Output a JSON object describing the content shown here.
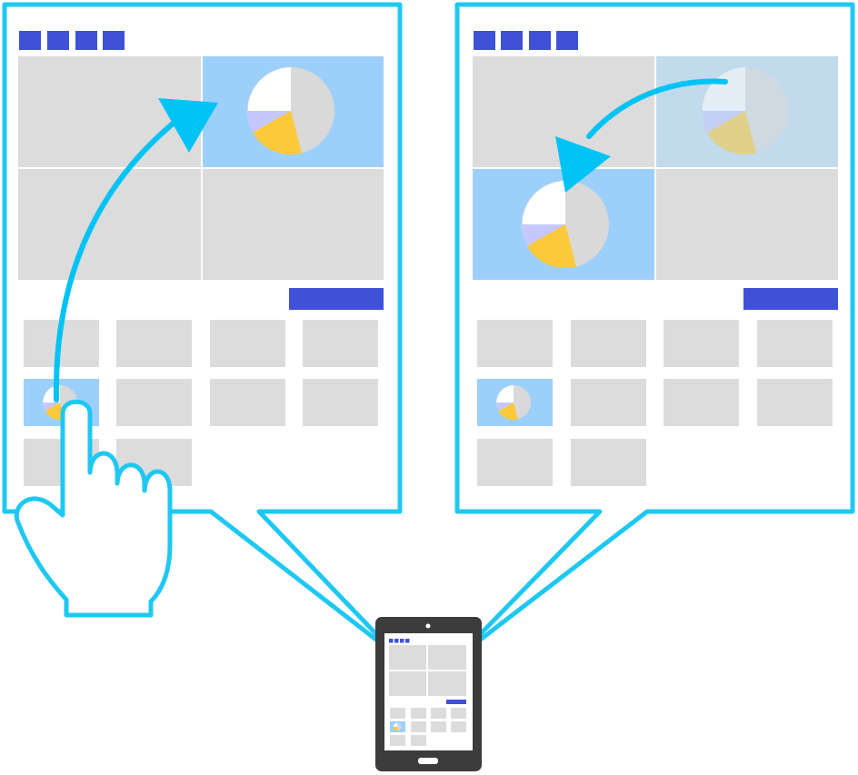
{
  "colors": {
    "outline": "#1ec8f2",
    "arrow": "#00c3f5",
    "accent": "#3f51d6",
    "tile": "#dcdcdc",
    "highlight": "#9cd0fb",
    "highlight_faded": "#c1daec",
    "pie_main": "#d9d9d9",
    "pie_white": "#ffffff",
    "pie_lavender": "#c5c8ff",
    "pie_yellow": "#fcc93a",
    "tablet_body": "#3c3c3c",
    "hand_fill": "#ffffff"
  },
  "left_panel": {
    "toolbar_icons": [
      "square-icon",
      "square-icon",
      "square-icon",
      "square-icon"
    ],
    "dashboard_tiles": 4,
    "highlighted_tile": "top-right",
    "thumbnail_count": 10,
    "selected_thumbnail": 5
  },
  "right_panel": {
    "toolbar_icons": [
      "square-icon",
      "square-icon",
      "square-icon",
      "square-icon"
    ],
    "dashboard_tiles": 4,
    "highlighted_tile": "bottom-left",
    "faded_tile": "top-right",
    "thumbnail_count": 10,
    "selected_thumbnail": 5
  },
  "icons": {
    "gesture": "pointing-hand-icon",
    "drag_arrow": "curved-arrow-icon",
    "chart": "pie-chart-icon",
    "device": "tablet-icon"
  }
}
